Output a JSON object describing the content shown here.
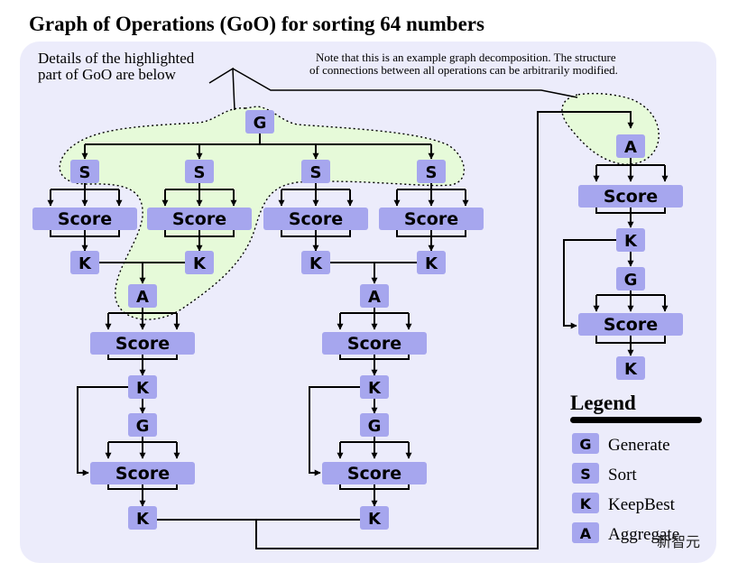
{
  "title": "Graph of Operations (GoO) for sorting 64 numbers",
  "detail_note": [
    "Details of the highlighted",
    "part of GoO are below"
  ],
  "structure_note": [
    "Note that this is an example graph decomposition. The structure",
    "of connections between all operations can be arbitrarily modified."
  ],
  "node_labels": {
    "generate": "G",
    "sort": "S",
    "keep_best": "K",
    "aggregate": "A",
    "score": "Score"
  },
  "legend": {
    "title": "Legend",
    "items": [
      {
        "symbol": "G",
        "label": "Generate"
      },
      {
        "symbol": "S",
        "label": "Sort"
      },
      {
        "symbol": "K",
        "label": "KeepBest"
      },
      {
        "symbol": "A",
        "label": "Aggregate"
      }
    ]
  },
  "watermark": "新智元",
  "colors": {
    "panel": "#ececfb",
    "node": "#a6a6ee",
    "highlight": "#e6fad9",
    "stroke": "#000000"
  }
}
